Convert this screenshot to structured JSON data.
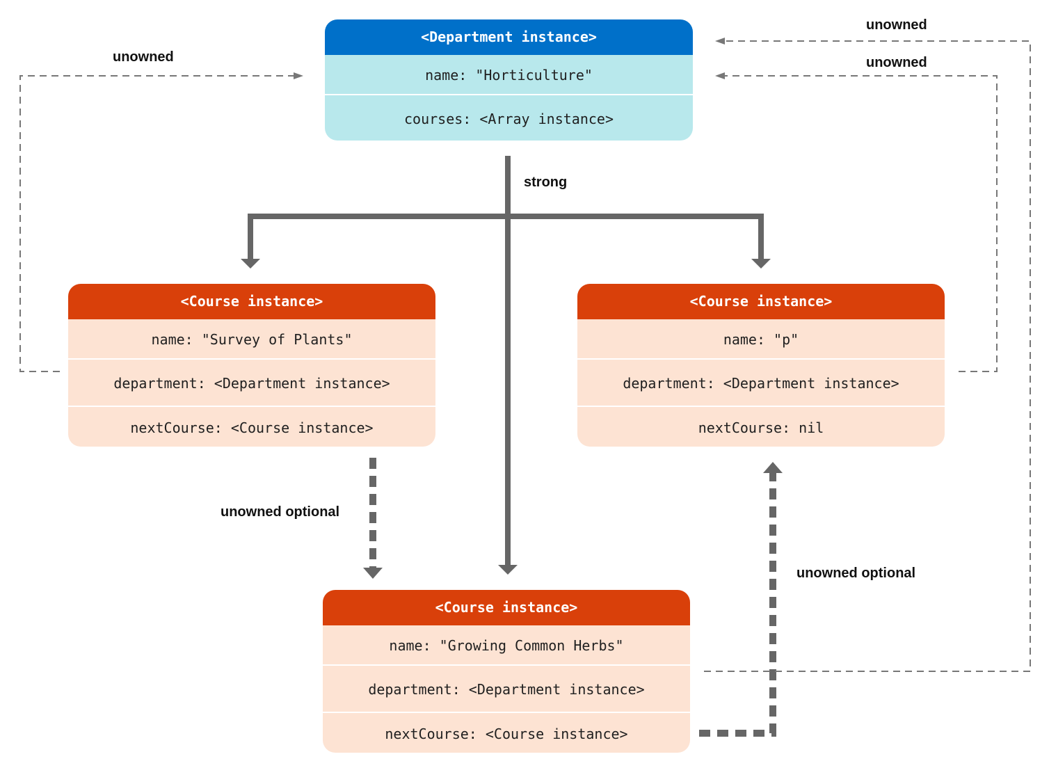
{
  "department": {
    "header": "<Department instance>",
    "fields": [
      "name: \"Horticulture\"",
      "courses: <Array instance>"
    ]
  },
  "courses": [
    {
      "header": "<Course instance>",
      "fields": [
        "name: \"Survey of Plants\"",
        "department: <Department instance>",
        "nextCourse: <Course instance>"
      ]
    },
    {
      "header": "<Course instance>",
      "fields": [
        "name: \"p\"",
        "department: <Department instance>",
        "nextCourse: nil"
      ]
    },
    {
      "header": "<Course instance>",
      "fields": [
        "name: \"Growing Common Herbs\"",
        "department: <Department instance>",
        "nextCourse: <Course instance>"
      ]
    }
  ],
  "labels": {
    "strong": "strong",
    "unowned_left": "unowned",
    "unowned_right_top": "unowned",
    "unowned_right_bottom": "unowned",
    "unowned_optional_left": "unowned optional",
    "unowned_optional_right": "unowned optional"
  },
  "colors": {
    "department_header": "#0070c9",
    "department_body": "#b8e8ec",
    "course_header": "#d9400a",
    "course_body": "#fde3d3",
    "connector": "#666666"
  }
}
